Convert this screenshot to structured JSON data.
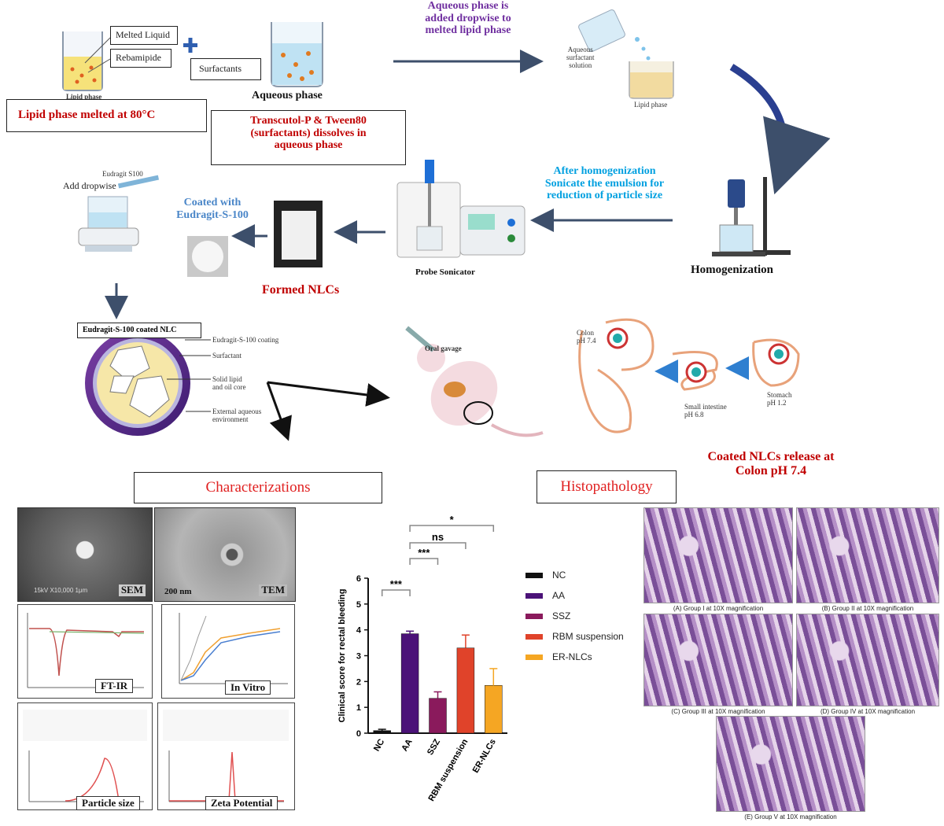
{
  "prep": {
    "melted_liquid": "Melted Liquid",
    "rebamipide": "Rebamipide",
    "lipid_phase_caption": "Lipid phase",
    "surfactants": "Surfactants",
    "aqueous_phase_caption": "Aqueous phase",
    "lipid_melt_note": "Lipid phase melted at 80°C",
    "surfactant_note": "Transcutol-P & Tween80\n(surfactants) dissolves in\naqueous phase",
    "dropwise_note": "Aqueous phase is\nadded dropwise to\nmelted lipid phase",
    "aqueous_surfactant_solution": "Aqueous\nsurfactant\nsolution",
    "lipid_phase_small": "Lipid phase",
    "homogenization": "Homogenization",
    "sonicate_note": "After homogenization\nSonicate the emulsion for\nreduction of particle size",
    "probe_sonicator": "Probe Sonicator",
    "formed_nlcs": "Formed NLCs",
    "coated_with": "Coated with\nEudragit-S-100",
    "add_dropwise": "Add dropwise",
    "eudragit_small": "Eudragit S100"
  },
  "nlc_diagram": {
    "title": "Eudragit-S-100 coated NLC",
    "labels": [
      "Eudragit-S-100 coating",
      "Surfactant",
      "Solid lipid\nand oil core",
      "External aqueous\nenvironment"
    ]
  },
  "gi_tract": {
    "oral_gavage": "Oral gavage",
    "colon": "Colon\npH 7.4",
    "small_intestine": "Small intestine\npH 6.8",
    "stomach": "Stomach\npH 1.2",
    "release_note": "Coated NLCs release at\nColon pH 7.4"
  },
  "characterizations": {
    "title": "Characterizations",
    "sem": "SEM",
    "tem": "TEM",
    "sem_scale": "15kV   X10,000   1μm",
    "tem_scale": "200 nm",
    "ftir": "FT-IR",
    "invitro": "In Vitro",
    "particle_size": "Particle size",
    "zeta": "Zeta Potential"
  },
  "histopathology": {
    "title": "Histopathology",
    "captions": [
      "(A) Group I at 10X magnification",
      "(B) Group II at 10X magnification",
      "(C) Group III at 10X magnification",
      "(D) Group IV at 10X magnification",
      "(E) Group V at 10X magnification"
    ]
  },
  "chart_data": {
    "type": "bar",
    "categories": [
      "NC",
      "AA",
      "SSZ",
      "RBM suspension",
      "ER-NLCs"
    ],
    "values": [
      0.1,
      3.85,
      1.35,
      3.3,
      1.85
    ],
    "errors": [
      0.05,
      0.1,
      0.25,
      0.5,
      0.65
    ],
    "colors": [
      "#111111",
      "#4b1278",
      "#8a1a5c",
      "#e0432a",
      "#f5a623"
    ],
    "ylabel": "Clinical score for rectal bleeding",
    "ylim": [
      0,
      6
    ],
    "yticks": [
      0,
      1,
      2,
      3,
      4,
      5,
      6
    ],
    "legend": [
      "NC",
      "AA",
      "SSZ",
      "RBM suspension",
      "ER-NLCs"
    ],
    "legend_position": "right",
    "significance": [
      "***",
      "***",
      "ns",
      "*"
    ]
  }
}
